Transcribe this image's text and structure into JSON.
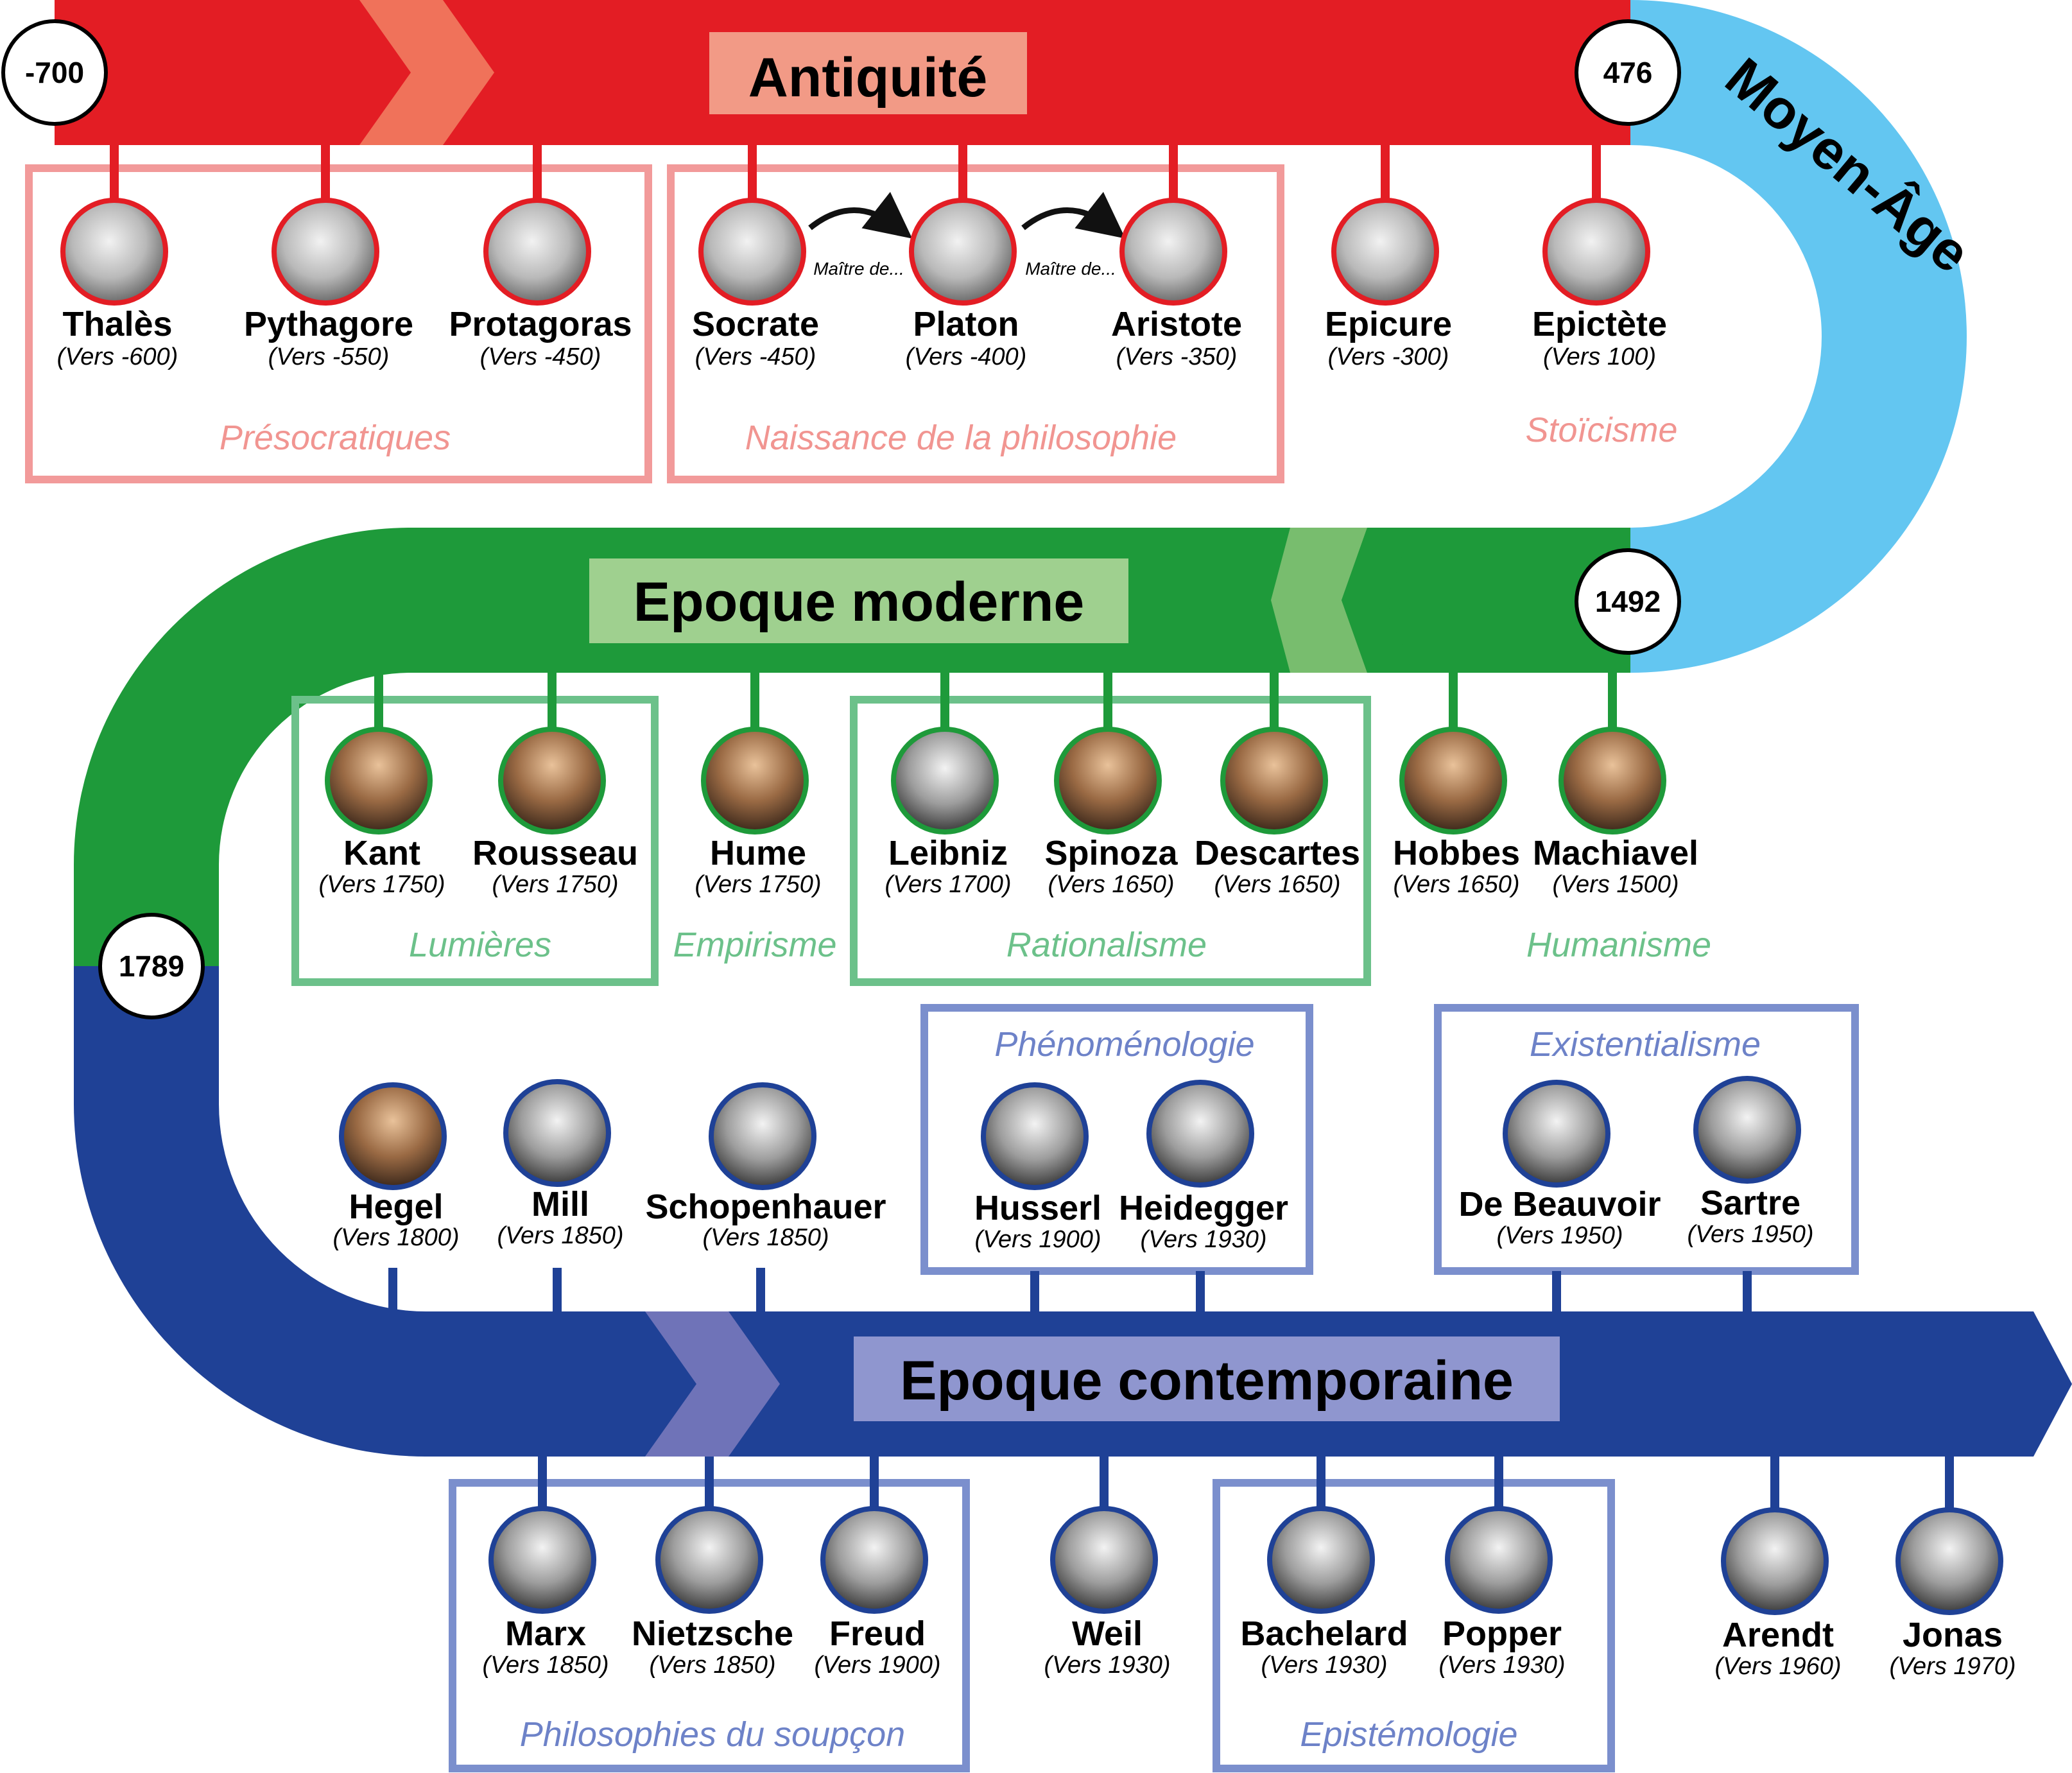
{
  "eras": {
    "antiquity": {
      "label": "Antiquité",
      "color": "#e31d24",
      "accent": "#f0725a",
      "label_bg": "#f29a86"
    },
    "middle_ages": {
      "label": "Moyen-Âge",
      "color": "#63c6f1"
    },
    "modern": {
      "label": "Epoque moderne",
      "color": "#1e9a3a",
      "accent": "#78bd6e",
      "label_bg": "#9fd08f"
    },
    "contemporary": {
      "label": "Epoque contemporaine",
      "color": "#1f4196",
      "accent": "#6f73b8",
      "label_bg": "#8f96cf"
    }
  },
  "years": {
    "start": "-700",
    "antiquity_end": "476",
    "middle_ages_end": "1492",
    "modern_end": "1789"
  },
  "master_label": "Maître de...",
  "groups": {
    "presocratiques": "Présocratiques",
    "naissance": "Naissance de la philosophie",
    "stoicisme": "Stoïcisme",
    "lumieres": "Lumières",
    "empirisme": "Empirisme",
    "rationalisme": "Rationalisme",
    "humanisme": "Humanisme",
    "phenomenologie": "Phénoménologie",
    "existentialisme": "Existentialisme",
    "soupcon": "Philosophies du soupçon",
    "epistemologie": "Epistémologie"
  },
  "philosophers": {
    "thales": {
      "name": "Thalès",
      "date": "(Vers -600)"
    },
    "pythagore": {
      "name": "Pythagore",
      "date": "(Vers -550)"
    },
    "protagoras": {
      "name": "Protagoras",
      "date": "(Vers -450)"
    },
    "socrate": {
      "name": "Socrate",
      "date": "(Vers -450)"
    },
    "platon": {
      "name": "Platon",
      "date": "(Vers -400)"
    },
    "aristote": {
      "name": "Aristote",
      "date": "(Vers -350)"
    },
    "epicure": {
      "name": "Epicure",
      "date": "(Vers -300)"
    },
    "epictete": {
      "name": "Epictète",
      "date": "(Vers 100)"
    },
    "kant": {
      "name": "Kant",
      "date": "(Vers 1750)"
    },
    "rousseau": {
      "name": "Rousseau",
      "date": "(Vers 1750)"
    },
    "hume": {
      "name": "Hume",
      "date": "(Vers 1750)"
    },
    "leibniz": {
      "name": "Leibniz",
      "date": "(Vers 1700)"
    },
    "spinoza": {
      "name": "Spinoza",
      "date": "(Vers 1650)"
    },
    "descartes": {
      "name": "Descartes",
      "date": "(Vers 1650)"
    },
    "hobbes": {
      "name": "Hobbes",
      "date": "(Vers 1650)"
    },
    "machiavel": {
      "name": "Machiavel",
      "date": "(Vers 1500)"
    },
    "hegel": {
      "name": "Hegel",
      "date": "(Vers 1800)"
    },
    "mill": {
      "name": "Mill",
      "date": "(Vers 1850)"
    },
    "schopenhauer": {
      "name": "Schopenhauer",
      "date": "(Vers 1850)"
    },
    "husserl": {
      "name": "Husserl",
      "date": "(Vers 1900)"
    },
    "heidegger": {
      "name": "Heidegger",
      "date": "(Vers 1930)"
    },
    "debeauvoir": {
      "name": "De Beauvoir",
      "date": "(Vers 1950)"
    },
    "sartre": {
      "name": "Sartre",
      "date": "(Vers 1950)"
    },
    "marx": {
      "name": "Marx",
      "date": "(Vers 1850)"
    },
    "nietzsche": {
      "name": "Nietzsche",
      "date": "(Vers 1850)"
    },
    "freud": {
      "name": "Freud",
      "date": "(Vers 1900)"
    },
    "weil": {
      "name": "Weil",
      "date": "(Vers 1930)"
    },
    "bachelard": {
      "name": "Bachelard",
      "date": "(Vers 1930)"
    },
    "popper": {
      "name": "Popper",
      "date": "(Vers 1930)"
    },
    "arendt": {
      "name": "Arendt",
      "date": "(Vers 1960)"
    },
    "jonas": {
      "name": "Jonas",
      "date": "(Vers 1970)"
    }
  }
}
